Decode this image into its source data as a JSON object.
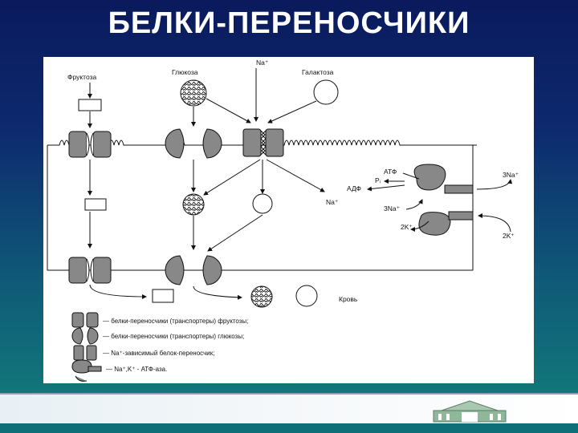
{
  "slide": {
    "title": "БЕЛКИ-ПЕРЕНОСЧИКИ"
  },
  "diagram": {
    "labels": {
      "fructose": "Фруктоза",
      "glucose": "Глюкоза",
      "sodium_top": "Na⁺",
      "galactose": "Галактоза",
      "atp": "АТФ",
      "pi": "Pᵢ",
      "adp": "АДФ",
      "sodium_mid": "Na⁺",
      "three_na_in": "3Na⁺",
      "three_na_out": "3Na⁺",
      "two_k_in": "2K⁺",
      "two_k_out": "2K⁺",
      "blood": "Кровь"
    },
    "legend": [
      "— белки-переносчики (транспортеры) фруктозы;",
      "— белки-переносчики (транспортеры) глюкозы;",
      "— Na⁺-зависимый белок-переносчик;",
      "— Na⁺,K⁺ - АТФ-аза."
    ]
  }
}
